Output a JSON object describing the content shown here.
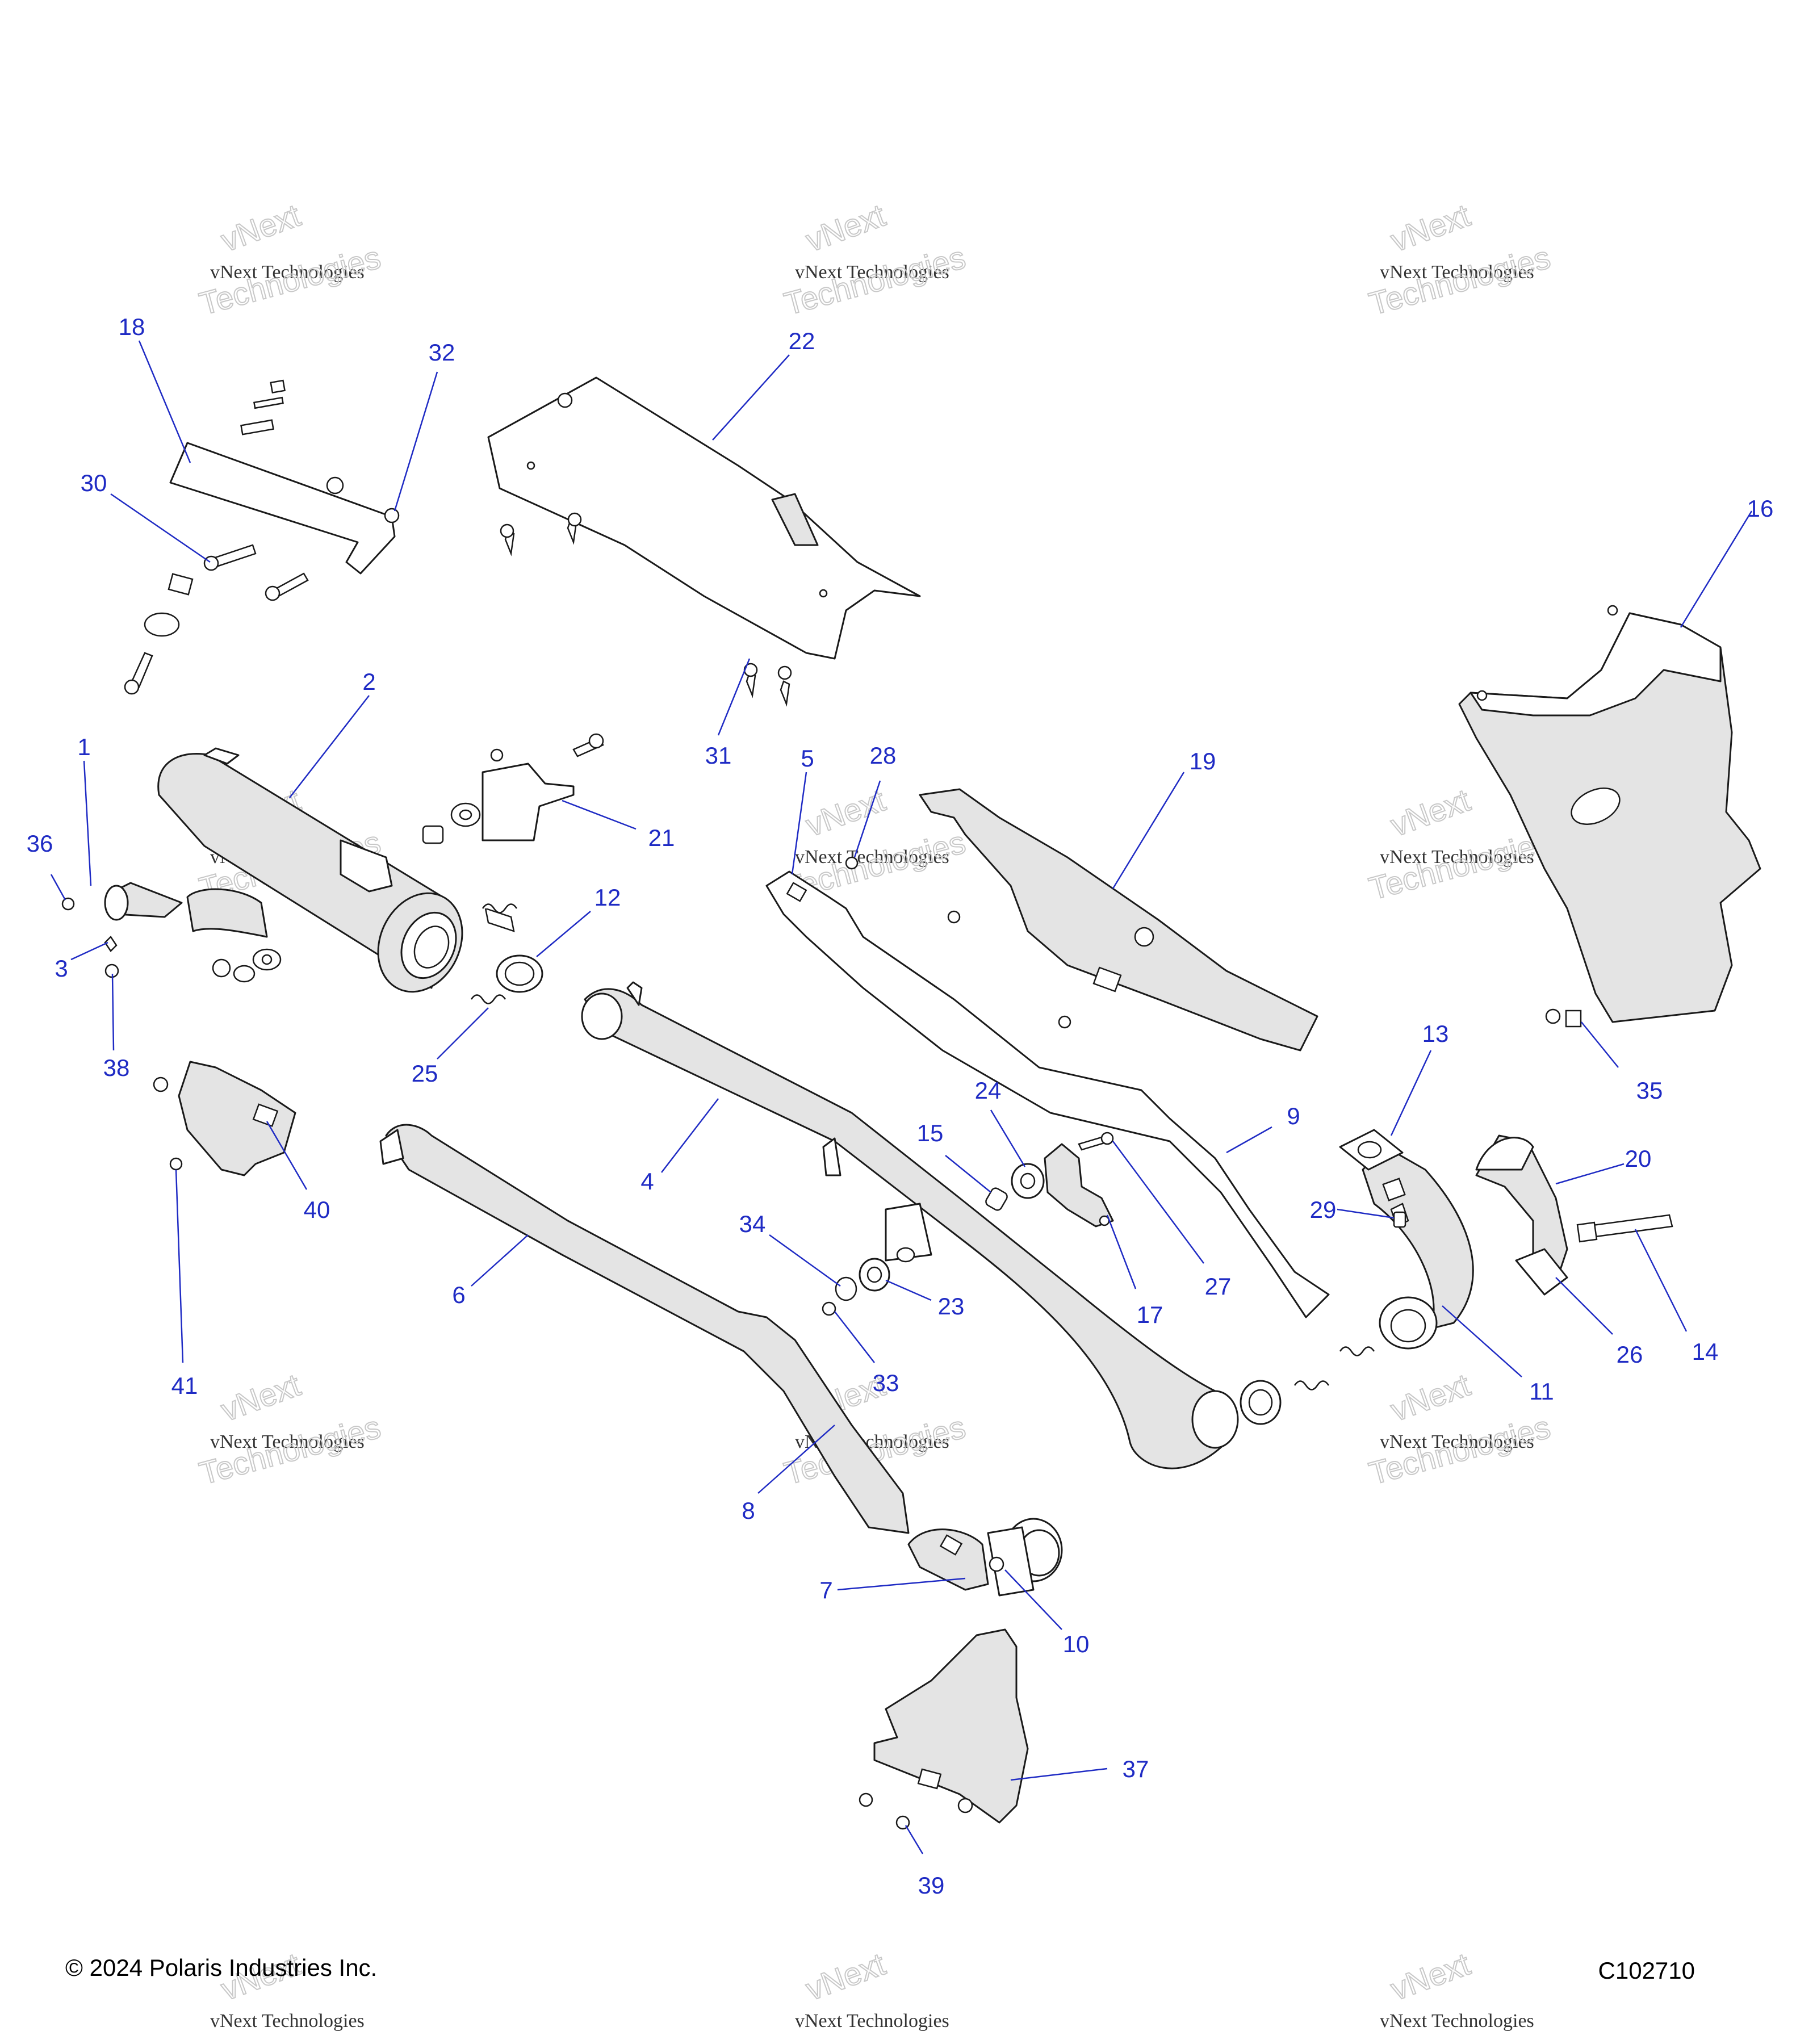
{
  "footer": {
    "copyright": "© 2024 Polaris Industries Inc.",
    "figure_id": "C102710"
  },
  "watermark": {
    "line1": "vNext Technologies",
    "line2": "Technologies",
    "line3": "vNext"
  },
  "callouts": [
    "1",
    "2",
    "3",
    "4",
    "5",
    "6",
    "7",
    "8",
    "9",
    "10",
    "11",
    "12",
    "13",
    "14",
    "15",
    "16",
    "17",
    "18",
    "19",
    "20",
    "21",
    "22",
    "23",
    "24",
    "25",
    "26",
    "27",
    "28",
    "29",
    "30",
    "31",
    "32",
    "33",
    "34",
    "35",
    "36",
    "37",
    "38",
    "39",
    "40",
    "41"
  ]
}
